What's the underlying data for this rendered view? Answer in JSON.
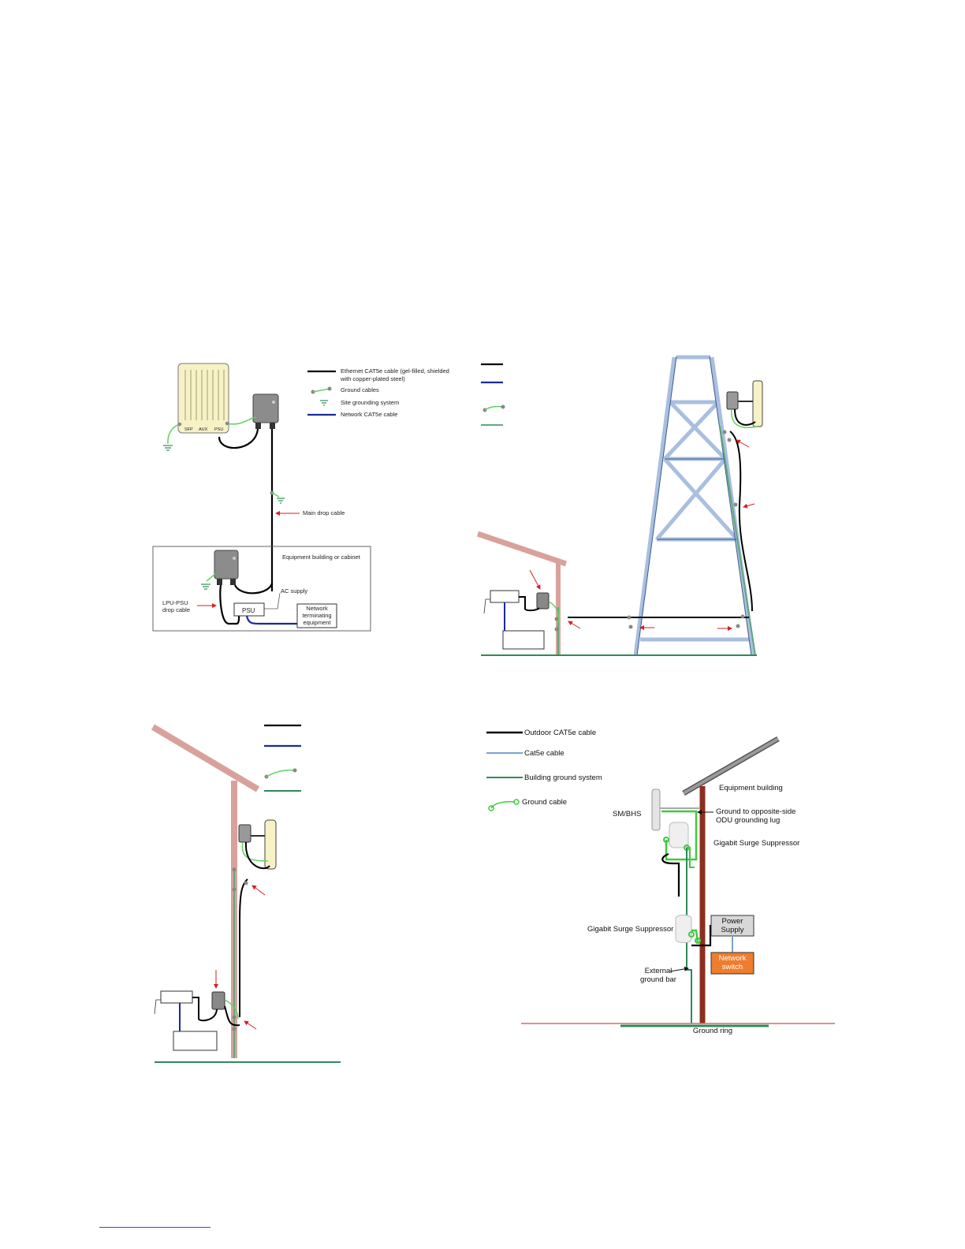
{
  "panel_a": {
    "legend": {
      "ethernet_cable_line1": "Ethernet CAT5e cable (gel-filled, shielded",
      "ethernet_cable_line2": "with copper-plated steel)",
      "ground_cables": "Ground cables",
      "site_grounding": "Site grounding system",
      "network_cable": "Network CAT5e cable"
    },
    "odu_ports": {
      "sfp": "SFP",
      "aux": "AUX",
      "psu": "PSU"
    },
    "main_drop_cable": "Main drop cable",
    "equipment_building": "Equipment building or cabinet",
    "lpu_psu_line1": "LPU-PSU",
    "lpu_psu_line2": "drop cable",
    "ac_supply": "AC supply",
    "psu_box": "PSU",
    "network_terminating_line1": "Network",
    "network_terminating_line2": "terminating",
    "network_terminating_line3": "equipment"
  },
  "panel_d": {
    "legend": {
      "outdoor_cable": "Outdoor CAT5e cable",
      "cat5e_cable": "Cat5e cable",
      "building_ground": "Building ground system",
      "ground_cable": "Ground cable"
    },
    "equipment_building": "Equipment building",
    "sm_bhs": "SM/BHS",
    "ground_opposite_line1": "Ground to opposite-side",
    "ground_opposite_line2": "ODU grounding lug",
    "surge_suppressor_top": "Gigabit Surge Suppressor",
    "surge_suppressor_bottom": "Gigabit Surge Suppressor",
    "power_supply_line1": "Power",
    "power_supply_line2": "Supply",
    "network_switch_line1": "Network",
    "network_switch_line2": "switch",
    "external_ground_line1": "External",
    "external_ground_line2": "ground bar",
    "ground_ring": "Ground ring"
  },
  "colors": {
    "ethernet": "#000000",
    "network_cable": "#1a2a9a",
    "ground_cable": "#5fd35f",
    "site_ground": "#2e8b57",
    "arrow": "#d42020",
    "roof": "#d8a29b",
    "tower": "#a9bfe0",
    "pole_brown": "#8b2f1f",
    "switch_orange": "#ee7d2e",
    "footer_link": "#2a4bd7"
  }
}
